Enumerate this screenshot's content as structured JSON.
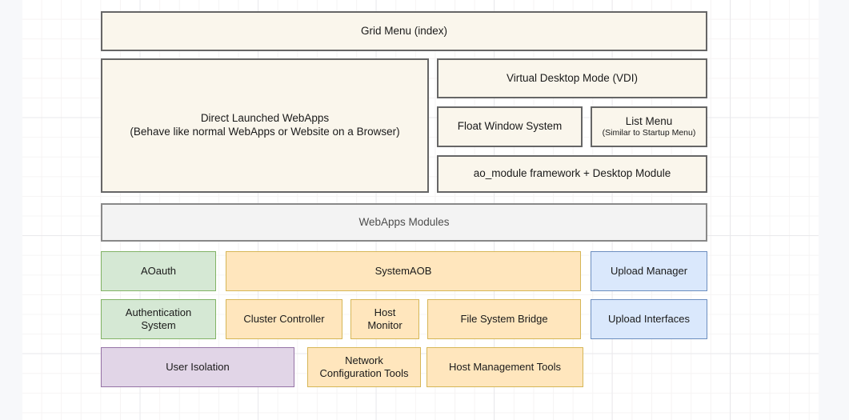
{
  "diagram": {
    "title_text": "Grid Menu (index)",
    "background": {
      "page_color": "#f7f8fa",
      "grid_color": "#e9e9ec",
      "grid_minor_color": "#f6f4f4"
    },
    "palette": {
      "cream_fill": "#faf6ec",
      "cream_stroke": "#666666",
      "grey_fill": "#f3f3f3",
      "grey_stroke": "#888888",
      "green_fill": "#d5e8d4",
      "green_stroke": "#82b366",
      "orange_fill": "#ffe6bd",
      "orange_stroke": "#d6b656",
      "blue_fill": "#dae8fc",
      "blue_stroke": "#6c8ebf",
      "purple_fill": "#e1d5e7",
      "purple_stroke": "#9673a6"
    },
    "nodes": {
      "grid_menu": {
        "label": "Grid Menu (index)"
      },
      "direct_webapps": {
        "label": "Direct Launched WebApps",
        "label_line2": "(Behave like normal WebApps or Website on a Browser)"
      },
      "vdi": {
        "label": "Virtual Desktop Mode (VDI)"
      },
      "float_window": {
        "label": "Float Window System"
      },
      "list_menu": {
        "label": "List Menu",
        "sublabel": "(Similar to Startup Menu)"
      },
      "ao_module": {
        "label": "ao_module framework + Desktop Module"
      },
      "webapps_modules": {
        "label": "WebApps Modules"
      },
      "aoauth": {
        "label": "AOauth"
      },
      "system_aob": {
        "label": "SystemAOB"
      },
      "upload_manager": {
        "label": "Upload Manager"
      },
      "authentication_system": {
        "label": "Authentication",
        "label_line2": "System"
      },
      "cluster_controller": {
        "label": "Cluster Controller"
      },
      "host_monitor": {
        "label": "Host",
        "label_line2": "Monitor"
      },
      "file_system_bridge": {
        "label": "File System Bridge"
      },
      "upload_interfaces": {
        "label": "Upload Interfaces"
      },
      "user_isolation": {
        "label": "User Isolation"
      },
      "network_configuration_tools": {
        "label": "Network",
        "label_line2": "Configuration Tools"
      },
      "host_management_tools": {
        "label": "Host Management Tools"
      }
    }
  }
}
